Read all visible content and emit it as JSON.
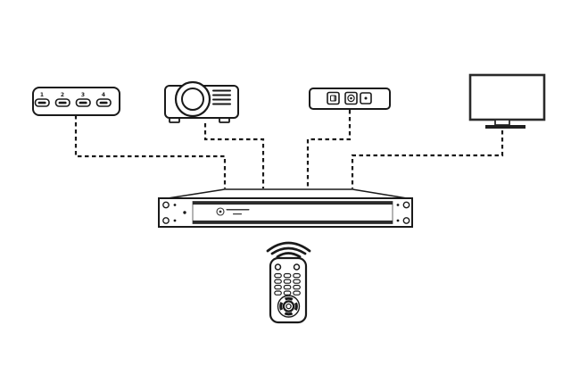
{
  "diagram": {
    "kind": "av-connection-diagram",
    "background_color": "#ffffff",
    "line_color": "#1a1a1a",
    "connection_line_style": "dashed"
  },
  "source_box": {
    "icon": "hdmi-input-bank-icon",
    "port_labels": [
      "1",
      "2",
      "3",
      "4"
    ]
  },
  "devices": {
    "projector": {
      "icon": "projector-icon"
    },
    "control_panel": {
      "icon": "three-button-panel-icon",
      "button_count": 3
    },
    "display": {
      "icon": "monitor-icon"
    },
    "switcher": {
      "icon": "rack-switcher-icon",
      "brand_mark": "circular-logo-with-text"
    },
    "remote": {
      "icon": "remote-control-icon",
      "signal": "wireless-arcs-icon"
    }
  },
  "connections": [
    {
      "from": "hdmi-source-box",
      "to": "rack-switcher",
      "style": "dashed"
    },
    {
      "from": "projector",
      "to": "rack-switcher",
      "style": "dashed"
    },
    {
      "from": "control-panel",
      "to": "rack-switcher",
      "style": "dashed"
    },
    {
      "from": "display",
      "to": "rack-switcher",
      "style": "dashed"
    },
    {
      "from": "remote-control",
      "to": "rack-switcher",
      "style": "wireless"
    }
  ]
}
